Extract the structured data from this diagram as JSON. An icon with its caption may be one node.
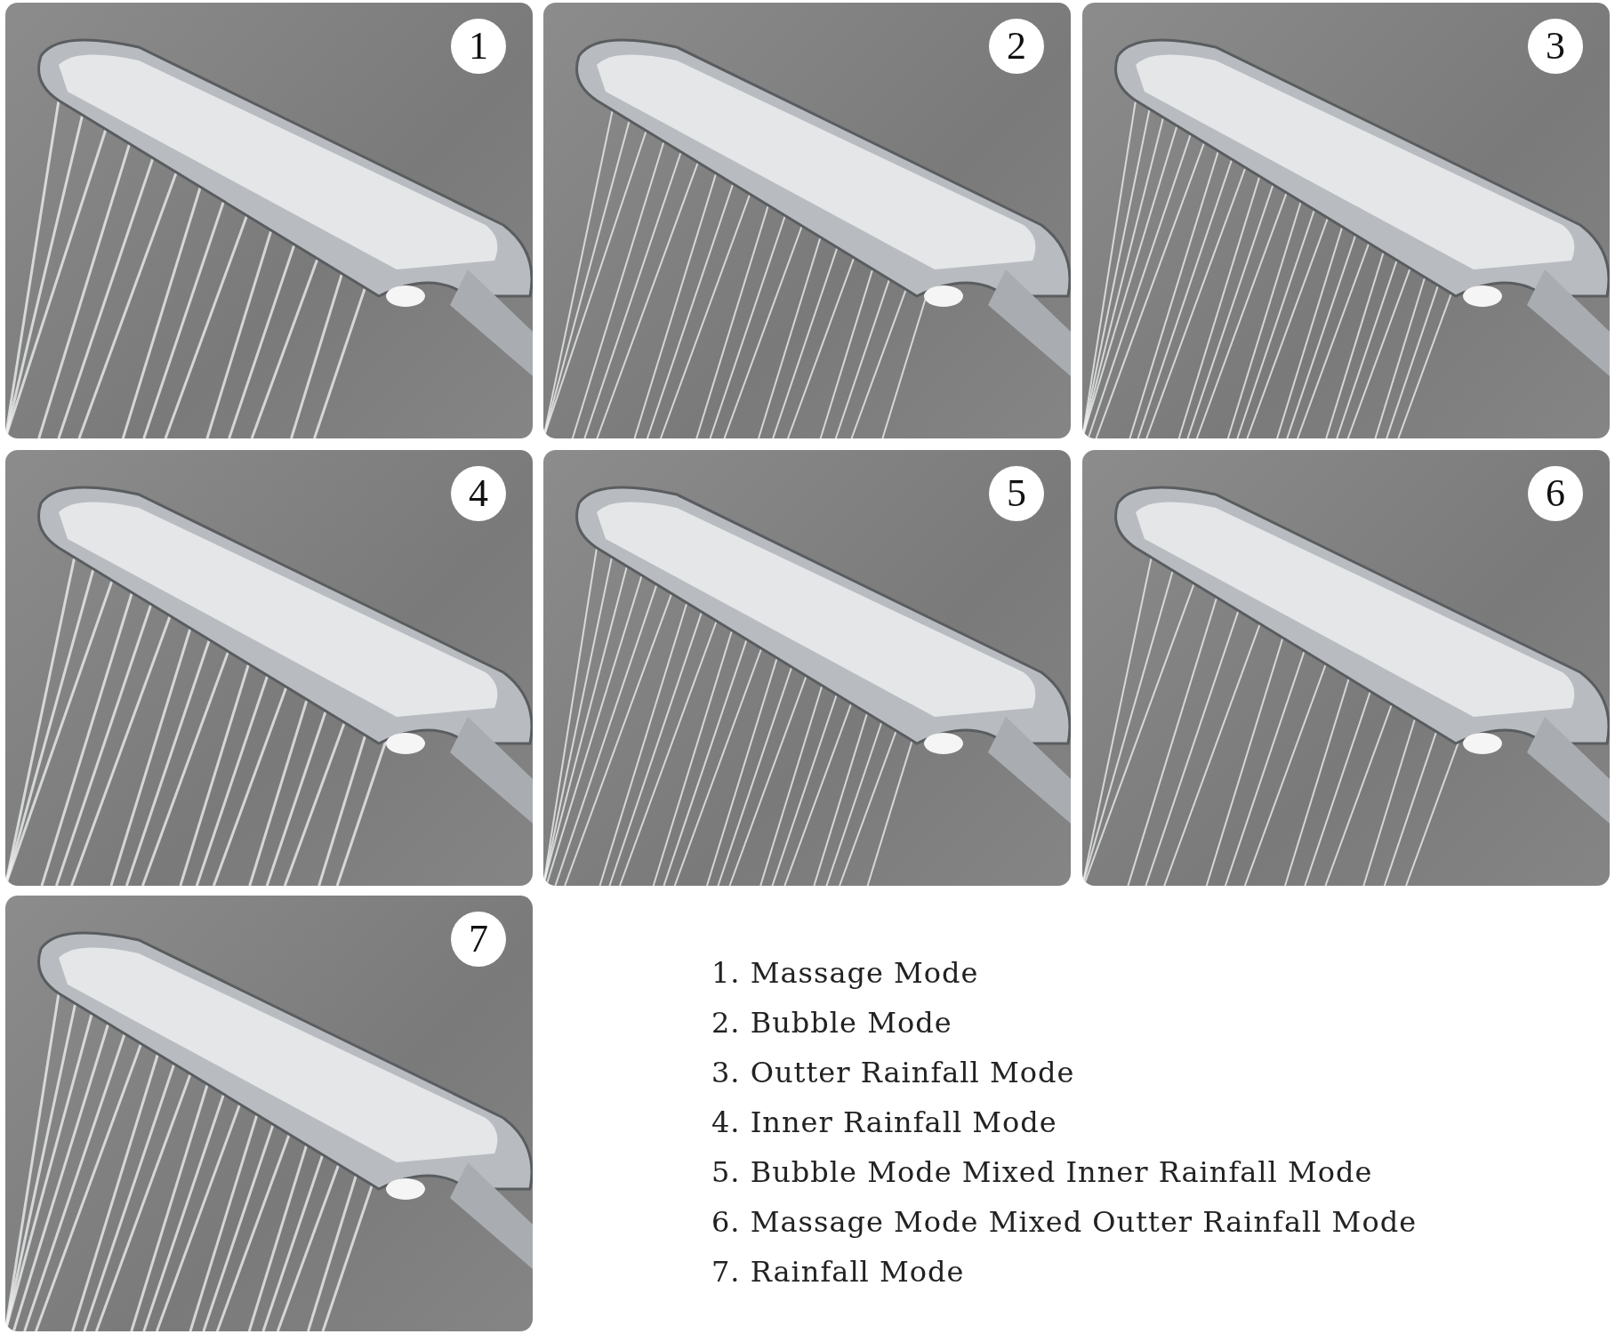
{
  "diagram": {
    "nodes": [
      {
        "text": [
          "1"
        ]
      },
      {
        "text": [
          "2"
        ]
      },
      {
        "text": [
          "3"
        ]
      },
      {
        "text": [
          "4"
        ]
      },
      {
        "text": [
          "5"
        ]
      },
      {
        "text": [
          "6"
        ]
      },
      {
        "text": [
          "7"
        ]
      }
    ],
    "labels": [
      "1. Massage Mode",
      "2. Bubble Mode",
      "3. Outter Rainfall Mode",
      "4. Inner Rainfall Mode",
      "5. Bubble Mode Mixed Inner Rainfall Mode",
      "6. Massage Mode Mixed Outter Rainfall Mode",
      "7. Rainfall Mode"
    ]
  }
}
